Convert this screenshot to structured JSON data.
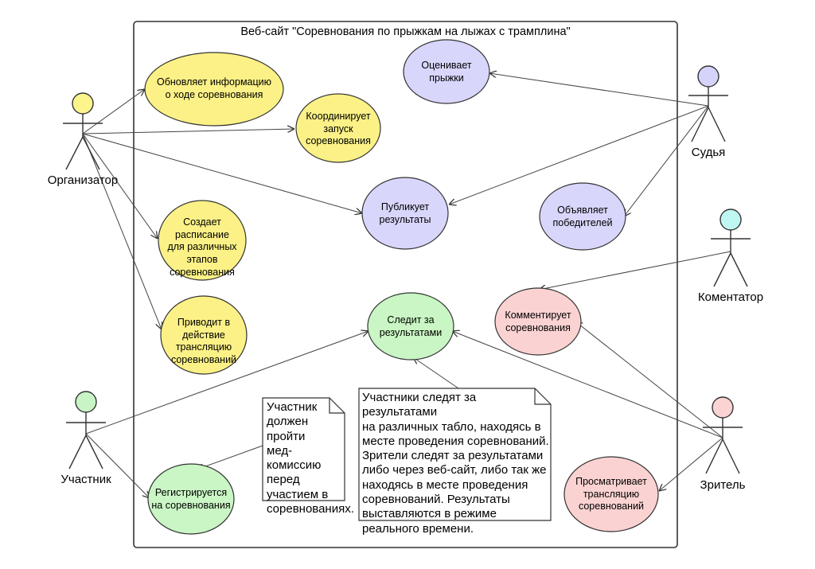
{
  "system": {
    "title": "Веб-сайт \"Соревнования по прыжкам на лыжах с трамплина\""
  },
  "actors": {
    "organizer": {
      "name": "Организатор",
      "color": "#fbf58b"
    },
    "judge": {
      "name": "Судья",
      "color": "#d5d3fa"
    },
    "commentator": {
      "name": "Коментатор",
      "color": "#bff7f2"
    },
    "participant": {
      "name": "Участник",
      "color": "#c9f4c6"
    },
    "viewer": {
      "name": "Зритель",
      "color": "#fbd3d3"
    }
  },
  "use_cases": {
    "update_info": "Обновляет информацию о ходе соревнования",
    "coordinate_start": "Координирует запуск соревнования",
    "create_schedule": "Создает расписание для различных этапов соревнования",
    "start_broadcast": "Приводит в действие трансляцию соревнований",
    "evaluate_jumps": "Оценивает прыжки",
    "publish_results": "Публикует результаты",
    "announce_winners": "Объявляет победителей",
    "comment": "Комментирует соревнования",
    "follow_results": "Следит за результатами",
    "register": "Регистрируется на соревнования",
    "watch_broadcast": "Просматривает трансляцию соревнований"
  },
  "notes": {
    "medical": "Участник\nдолжен\nпройти\nмед-комиссию\nперед\nучастием в\nсоревнованиях.",
    "results": "Участники следят за результатами\nна различных табло, находясь в\nместе проведения соревнований.\nЗрители следят за результатами\nлибо через веб-сайт, либо так же\nнаходясь в месте проведения\nсоревнований. Результаты\nвыставляются в режиме\nреального времени."
  },
  "colors": {
    "yellow_fill": "#fbf187",
    "lavender_fill": "#d8d6fb",
    "green_fill": "#c9f6c4",
    "pink_fill": "#fbd2d2",
    "stroke": "#333333"
  }
}
